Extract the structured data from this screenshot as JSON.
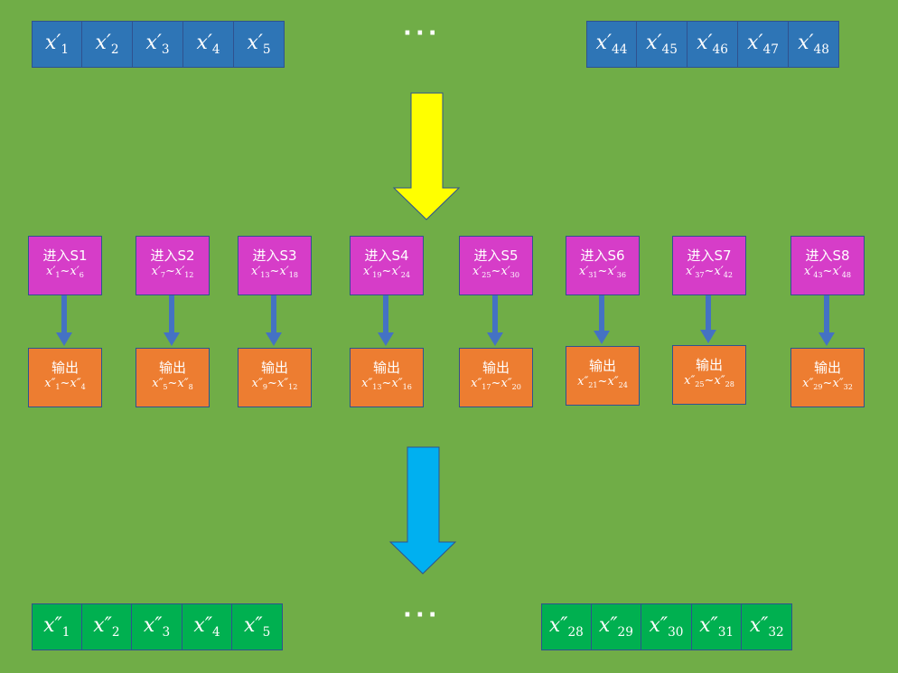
{
  "top_row_left": [
    {
      "sup": "′",
      "sub": "1"
    },
    {
      "sup": "′",
      "sub": "2"
    },
    {
      "sup": "′",
      "sub": "3"
    },
    {
      "sup": "′",
      "sub": "4"
    },
    {
      "sup": "′",
      "sub": "5"
    }
  ],
  "top_row_right": [
    {
      "sup": "′",
      "sub": "44"
    },
    {
      "sup": "′",
      "sub": "45"
    },
    {
      "sup": "′",
      "sub": "46"
    },
    {
      "sup": "′",
      "sub": "47"
    },
    {
      "sup": "′",
      "sub": "48"
    }
  ],
  "ellipsis": "···",
  "sboxes": [
    {
      "title": "进入S1",
      "from": "1",
      "to": "6"
    },
    {
      "title": "进入S2",
      "from": "7",
      "to": "12"
    },
    {
      "title": "进入S3",
      "from": "13",
      "to": "18"
    },
    {
      "title": "进入S4",
      "from": "19",
      "to": "24"
    },
    {
      "title": "进入S5",
      "from": "25",
      "to": "30"
    },
    {
      "title": "进入S6",
      "from": "31",
      "to": "36"
    },
    {
      "title": "进入S7",
      "from": "37",
      "to": "42"
    },
    {
      "title": "进入S8",
      "from": "43",
      "to": "48"
    }
  ],
  "outputs": [
    {
      "title": "输出",
      "from": "1",
      "to": "4"
    },
    {
      "title": "输出",
      "from": "5",
      "to": "8"
    },
    {
      "title": "输出",
      "from": "9",
      "to": "12"
    },
    {
      "title": "输出",
      "from": "13",
      "to": "16"
    },
    {
      "title": "输出",
      "from": "17",
      "to": "20"
    },
    {
      "title": "输出",
      "from": "21",
      "to": "24"
    },
    {
      "title": "输出",
      "from": "25",
      "to": "28"
    },
    {
      "title": "输出",
      "from": "29",
      "to": "32"
    }
  ],
  "bottom_row_left": [
    {
      "sup": "″",
      "sub": "1"
    },
    {
      "sup": "″",
      "sub": "2"
    },
    {
      "sup": "″",
      "sub": "3"
    },
    {
      "sup": "″",
      "sub": "4"
    },
    {
      "sup": "″",
      "sub": "5"
    }
  ],
  "bottom_row_right": [
    {
      "sup": "″",
      "sub": "28"
    },
    {
      "sup": "″",
      "sub": "29"
    },
    {
      "sup": "″",
      "sub": "30"
    },
    {
      "sup": "″",
      "sub": "31"
    },
    {
      "sup": "″",
      "sub": "32"
    }
  ],
  "symbols": {
    "var": "x",
    "tilde": "~"
  },
  "colors": {
    "background": "#70ad47",
    "input_cells": "#2e75b6",
    "output_cells": "#00b050",
    "sbox": "#d63dc8",
    "output_box": "#ed7d31",
    "yellow_arrow": "#ffff00",
    "cyan_arrow": "#00b0f0",
    "small_arrow": "#4472c4"
  }
}
